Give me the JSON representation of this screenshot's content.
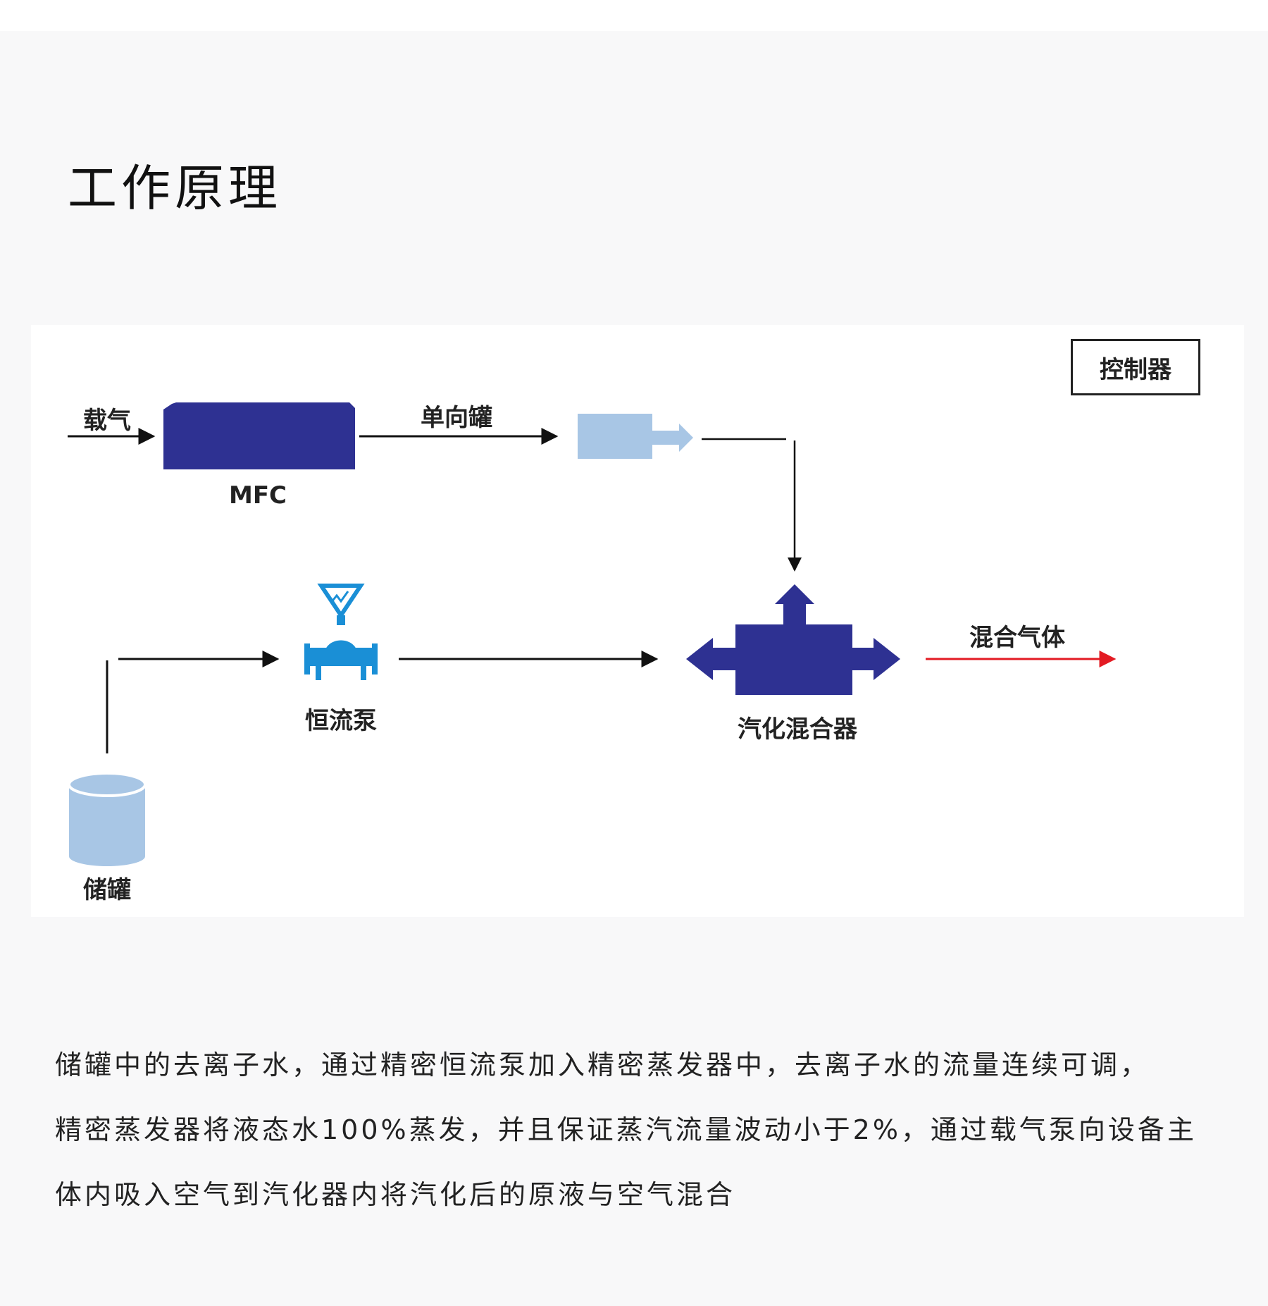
{
  "page": {
    "title": "工作原理",
    "description_lines": [
      "储罐中的去离子水，通过精密恒流泵加入精密蒸发器中，去离子水的流量连续可调，",
      "精密蒸发器将液态水100%蒸发，并且保证蒸汽流量波动小于2%，通过载气泵向设备主",
      "体内吸入空气到汽化器内将汽化后的原液与空气混合"
    ]
  },
  "diagram": {
    "labels": {
      "carrier_gas": "载气",
      "mfc": "MFC",
      "check_tank": "单向罐",
      "controller": "控制器",
      "pump": "恒流泵",
      "vaporizer_mixer": "汽化混合器",
      "mixed_gas": "混合气体",
      "storage_tank": "储罐"
    },
    "colors": {
      "dark_blue": "#2e3192",
      "light_blue": "#a8c6e5",
      "pump_blue": "#1a8fd6",
      "output_red": "#e31b23",
      "line": "#111111"
    },
    "icons": {
      "pump": "pump-valve-icon",
      "tank": "cylinder-tank-icon",
      "mixer": "cross-arrow-mixer-icon"
    }
  }
}
